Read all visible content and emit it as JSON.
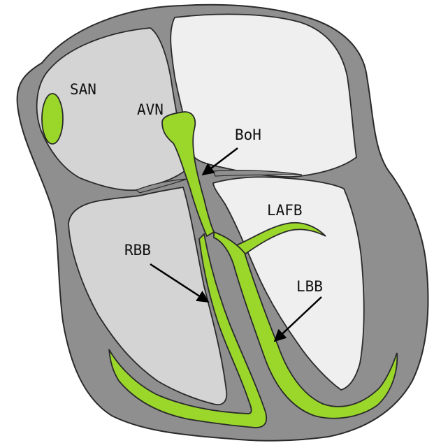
{
  "colors": {
    "outline": "#2a2a2a",
    "wall": "#8f8f8f",
    "right_chambers": "#d4d4d4",
    "left_chambers": "#efefef",
    "conduction": "#9ad72a"
  },
  "labels": {
    "san": "SAN",
    "avn": "AVN",
    "boh": "BoH",
    "lafb": "LAFB",
    "rbb": "RBB",
    "lbb": "LBB"
  }
}
